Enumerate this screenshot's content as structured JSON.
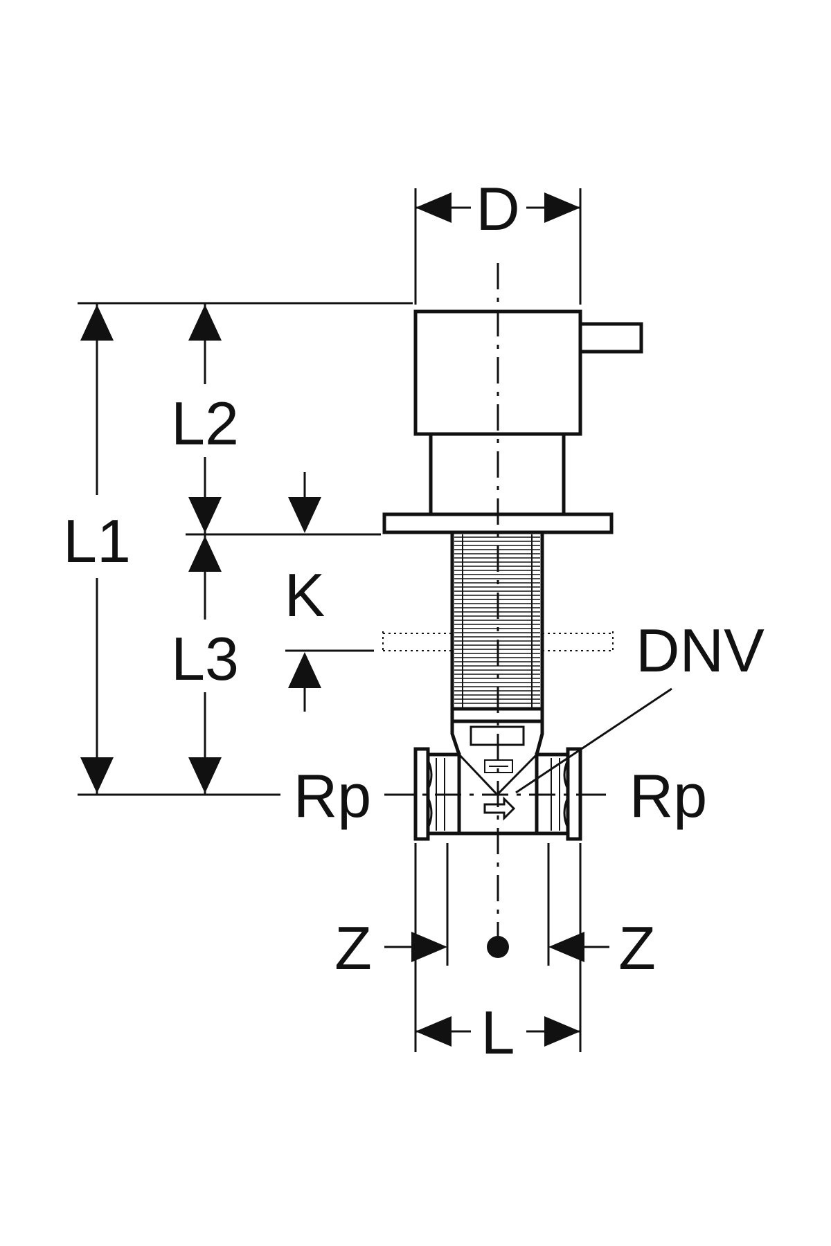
{
  "labels": {
    "D": "D",
    "L1": "L1",
    "L2": "L2",
    "L3": "L3",
    "K": "K",
    "DNV": "DNV",
    "Rp_left": "Rp",
    "Rp_right": "Rp",
    "Z_left": "Z",
    "Z_right": "Z",
    "L": "L"
  },
  "colors": {
    "ink": "#111111",
    "background": "#ffffff"
  }
}
